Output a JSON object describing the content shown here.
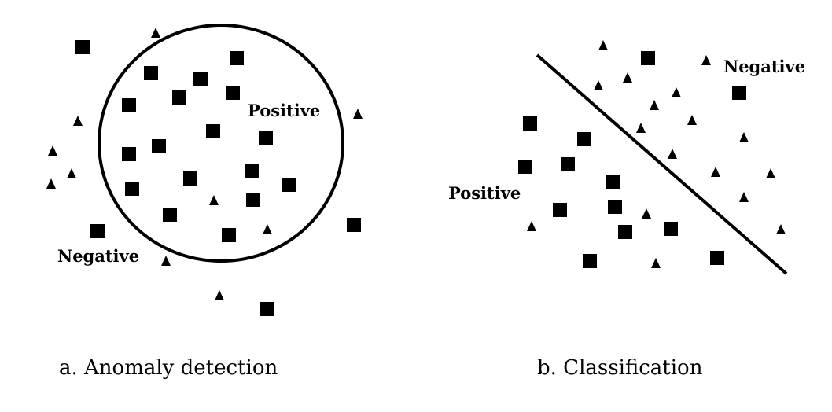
{
  "panel_a": {
    "positive_label": "Positive",
    "negative_label": "Negative",
    "caption": "a. Anomaly detection"
  },
  "panel_b": {
    "positive_label": "Positive",
    "negative_label": "Negative",
    "caption": "b. Classification"
  },
  "colors": {
    "ink": "#000000",
    "background": "#ffffff"
  }
}
